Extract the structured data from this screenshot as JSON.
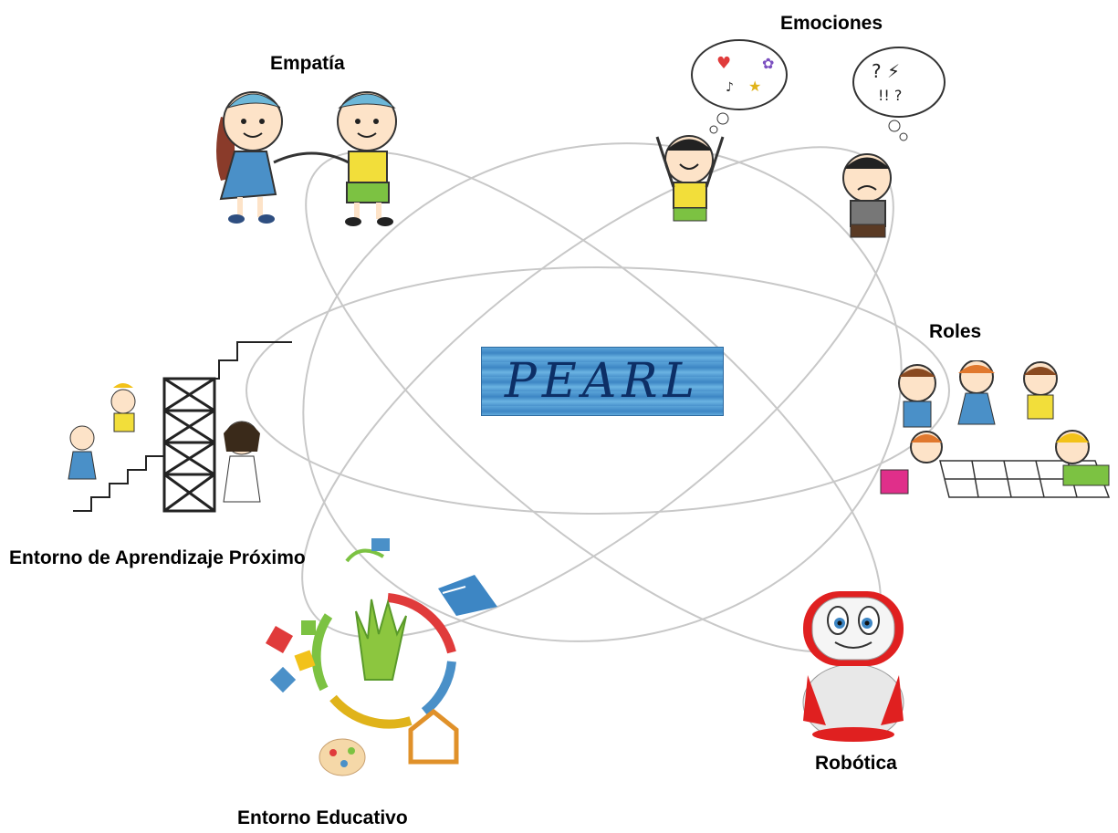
{
  "center": {
    "title": "PEARL"
  },
  "nodes": {
    "empatia": "Empatía",
    "emociones": "Emociones",
    "roles": "Roles",
    "entorno_aprendizaje": "Entorno de Aprendizaje Próximo",
    "entorno_educativo": "Entorno Educativo",
    "robotica": "Robótica"
  },
  "icons": {
    "empatia": "two-children-holding-hands-icon",
    "emociones": "happy-and-sad-children-thought-bubbles-icon",
    "roles": "children-playing-hopscotch-icon",
    "entorno_aprendizaje": "children-climbing-scaffold-stairs-icon",
    "entorno_educativo": "hand-circle-education-icon",
    "robotica": "robot-icon"
  },
  "colors": {
    "orbit": "#c8c8c8",
    "badge": "#4a93cd",
    "badge_text": "#0d2f66"
  }
}
